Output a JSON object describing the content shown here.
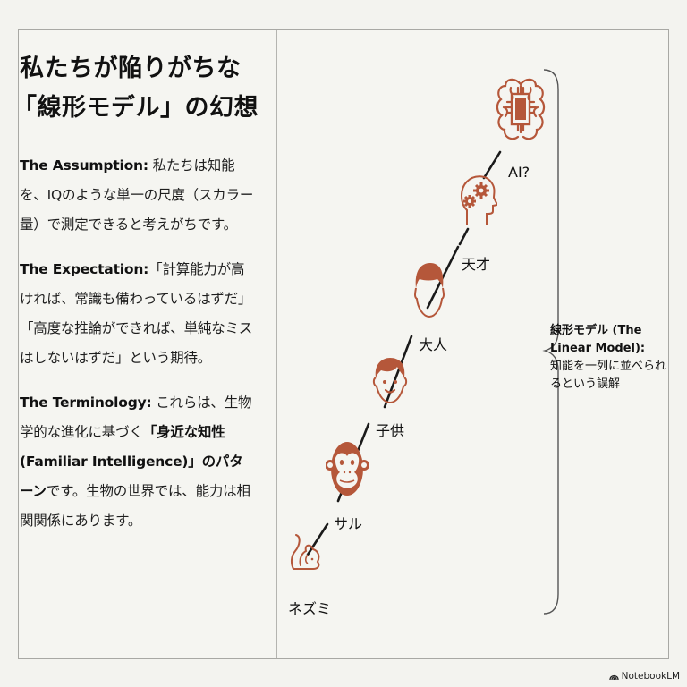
{
  "slide": {
    "title_line1": "私たちが陥りがちな",
    "title_line2": "「線形モデル」の幻想",
    "paragraphs": {
      "assumption": {
        "label": "The Assumption:",
        "text": " 私たちは知能を、IQのような単一の尺度（スカラー量）で測定できると考えがちです。"
      },
      "expectation": {
        "label": "The Expectation:",
        "text": "「計算能力が高ければ、常識も備わっているはずだ」「高度な推論ができれば、単純なミスはしないはずだ」という期待。"
      },
      "terminology": {
        "label": "The Terminology:",
        "text_before": " これらは、生物学的な進化に基づく",
        "bold_mid": "「身近な知性 (Familiar Intelligence)」のパターン",
        "text_after": "です。生物の世界では、能力は相関関係にあります。"
      }
    }
  },
  "ladder": {
    "accent_color": "#b5573a",
    "steps": [
      {
        "icon": "mouse-icon",
        "label": "ネズミ"
      },
      {
        "icon": "monkey-icon",
        "label": "サル"
      },
      {
        "icon": "child-face-icon",
        "label": "子供"
      },
      {
        "icon": "adult-face-icon",
        "label": "大人"
      },
      {
        "icon": "genius-head-gears-icon",
        "label": "天才"
      },
      {
        "icon": "ai-brain-chip-icon",
        "label": "AI?"
      }
    ]
  },
  "brace": {
    "title": "線形モデル (The Linear Model):",
    "description": "知能を一列に並べられるという誤解"
  },
  "branding": {
    "logo_text": "NotebookLM"
  }
}
